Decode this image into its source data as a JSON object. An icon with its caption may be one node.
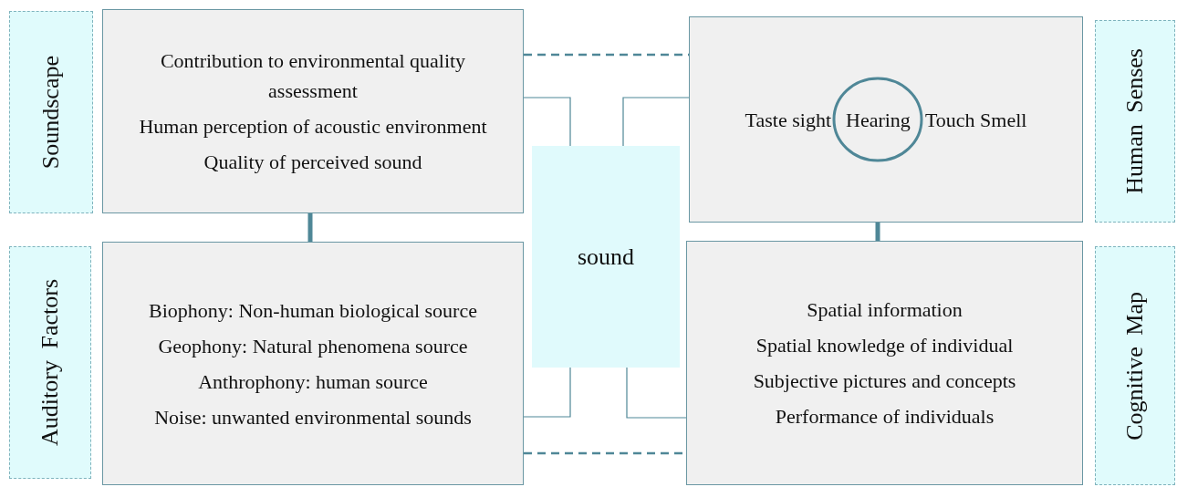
{
  "diagram": {
    "nodes": [
      {
        "text": [
          "Soundscape"
        ]
      },
      {
        "text": [
          "Contribution to environmental quality assessment",
          "Human perception of acoustic environment",
          "Quality of perceived sound"
        ]
      },
      {
        "text": [
          "Taste sight",
          "Hearing",
          "Touch Smell"
        ]
      },
      {
        "text": [
          "Human Senses"
        ]
      },
      {
        "text": [
          "sound"
        ]
      },
      {
        "text": [
          "Auditory Factors"
        ]
      },
      {
        "text": [
          "Biophony: Non-human biological source",
          "Geophony: Natural phenomena source",
          "Anthrophony: human source",
          "Noise: unwanted environmental sounds"
        ]
      },
      {
        "text": [
          "Spatial information",
          "Spatial knowledge of individual",
          "Subjective pictures and concepts",
          "Performance of individuals"
        ]
      },
      {
        "text": [
          "Cognitive Map"
        ]
      }
    ],
    "edges": [
      {
        "from": 1,
        "to": 2,
        "arrow": "none",
        "style": "dashed"
      },
      {
        "from": 1,
        "to": 6,
        "arrow": "none",
        "style": "thick"
      },
      {
        "from": 2,
        "to": 7,
        "arrow": "none",
        "style": "thick"
      },
      {
        "from": 1,
        "to": 4,
        "arrow": "none"
      },
      {
        "from": 2,
        "to": 4,
        "arrow": "none"
      },
      {
        "from": 6,
        "to": 4,
        "arrow": "none"
      },
      {
        "from": 7,
        "to": 4,
        "arrow": "none"
      },
      {
        "from": 6,
        "to": 7,
        "arrow": "none",
        "style": "dashed"
      }
    ]
  }
}
